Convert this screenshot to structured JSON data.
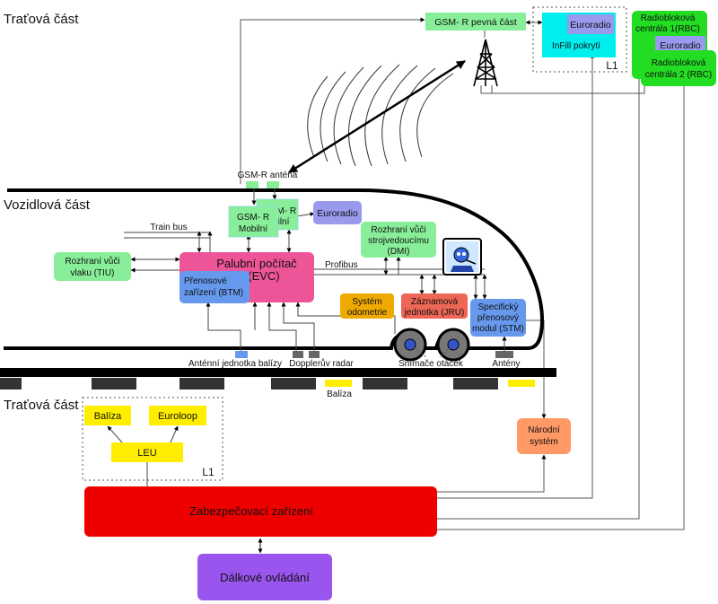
{
  "sections": {
    "track_top": "Traťová část",
    "vehicle": "Vozidlová část",
    "track_bottom": "Traťová část"
  },
  "gsmr_fixed": "GSM- R pevná  část",
  "infill": {
    "euroradio": "Euroradio",
    "label": "InFill pokrytí",
    "group": "L1"
  },
  "rbc1": {
    "line1": "Radiobloková",
    "line2": "centrála 1(RBC)"
  },
  "rbc_euroradio": "Euroradio",
  "rbc2": {
    "line1": "Radiobloková",
    "line2": "centrála 2 (RBC)"
  },
  "gsmr_antenna": "GSM-R anténa",
  "gsmr_mobile_back": {
    "line1": "GSM- R",
    "line2": "ilní"
  },
  "gsmr_mobile": {
    "line1": "GSM- R",
    "line2": "Mobilní"
  },
  "euroradio_onboard": "Euroradio",
  "train_bus": "Train bus",
  "tiu": {
    "line1": "Rozhraní vůči",
    "line2": "vlaku (TIU)"
  },
  "evc": {
    "line1": "Palubní počítač",
    "line2": "(EVC)"
  },
  "btm": {
    "line1": "Přenosové",
    "line2": "zařízení (BTM)"
  },
  "dmi": {
    "line1": "Rozhraní vůči",
    "line2": "strojvedoucímu",
    "line3": "(DMI)"
  },
  "profibus": "Profibus",
  "odometry": {
    "line1": "Systém",
    "line2": "odometrie"
  },
  "jru": {
    "line1": "Záznamová",
    "line2": "jednotka (JRU)"
  },
  "stm": {
    "line1": "Specifický",
    "line2": "přenosový",
    "line3": "modul (STM)"
  },
  "balise_antenna_label": "Anténní jednotka balízy",
  "doppler_label": "Dopplerův radar",
  "speed_sensor_label": "Snímače otáček",
  "antennas_label": "Antény",
  "balise_track_label": "Balíza",
  "track_group": {
    "balise": "Balíza",
    "euroloop": "Euroloop",
    "leu": "LEU",
    "group": "L1"
  },
  "national_system": {
    "line1": "Národní",
    "line2": "systém"
  },
  "interlocking": "Zabezpečovací zařízení",
  "remote_control": "Dálkové ovládání",
  "colors": {
    "green": "#88ee99",
    "bright_green": "#22dd22",
    "cyan": "#00eeee",
    "lavender": "#9999ee",
    "pink": "#ee5599",
    "blue": "#6699ee",
    "orange": "#eeaa00",
    "salmon": "#ee6655",
    "yellow": "#ffee00",
    "red": "#ee0000",
    "purple": "#9955ee",
    "peach": "#ff9966"
  }
}
